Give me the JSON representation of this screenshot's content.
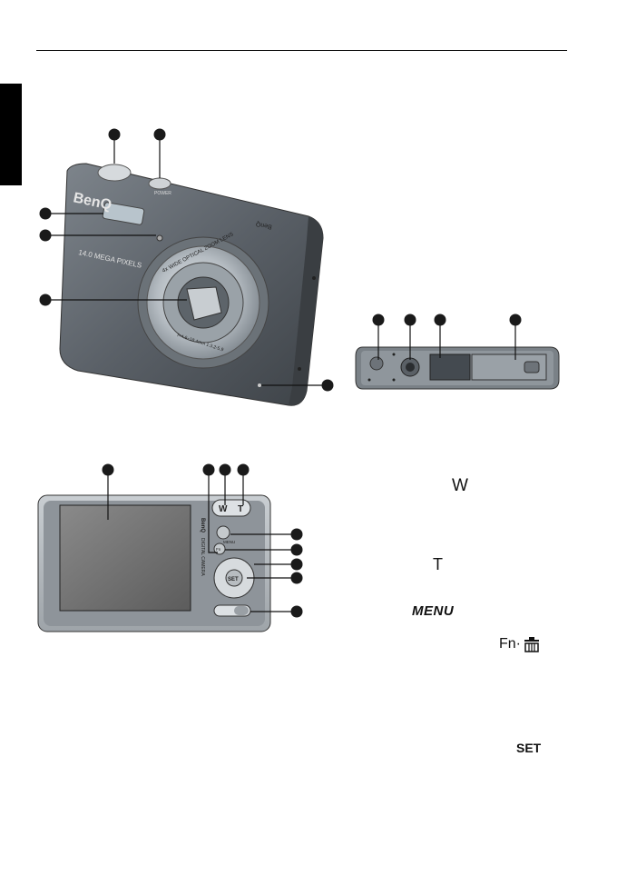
{
  "page": {
    "w_label": "W",
    "t_label": "T",
    "menu_label": "MENU",
    "fn_label": "Fn·",
    "set_label": "SET"
  },
  "front_view": {
    "brand": "BenQ",
    "megapixels": "14.0 MEGA PIXELS",
    "lens_text": "4x WIDE OPTICAL ZOOM LENS",
    "lens_specs": "f=4.6~18.4mm 1:3.2-5.9",
    "power_text": "POWER"
  },
  "back_view": {
    "brand": "BenQ",
    "model": "DIGITAL CAMERA",
    "menu_text": "MENU",
    "set_text": "SET",
    "fn_text": "Fn",
    "zoom_w": "W",
    "zoom_t": "T"
  },
  "colors": {
    "body_dark": "#555a5f",
    "body_light": "#8a9096",
    "lens_ring": "#c8ccd0",
    "callout": "#1a1a1a"
  }
}
